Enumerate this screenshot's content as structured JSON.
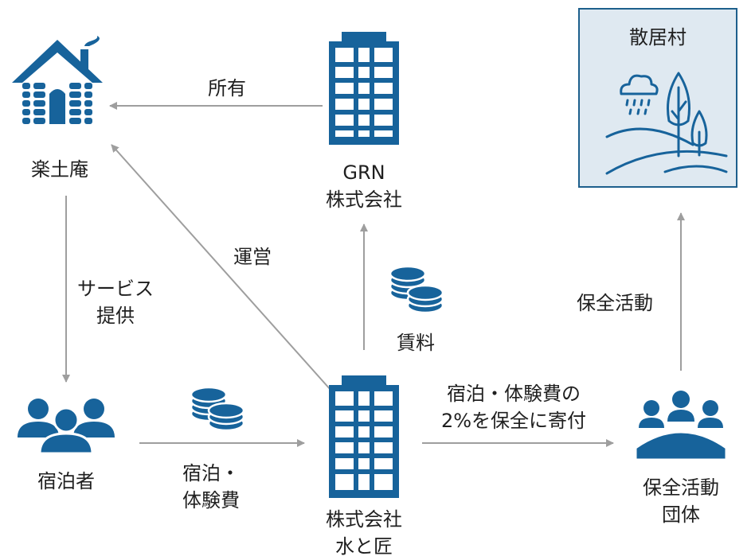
{
  "colors": {
    "icon_blue": "#17639b",
    "arrow_gray": "#9e9e9e",
    "village_bg": "#dfe9f1",
    "village_border": "#1d5f8c"
  },
  "nodes": {
    "rakudoan": {
      "label": "楽土庵",
      "icon": "log-cabin-icon"
    },
    "grn": {
      "label": "GRN\n株式会社",
      "icon": "office-building-icon"
    },
    "village": {
      "label": "散居村",
      "icon": "rural-landscape-icon"
    },
    "guests": {
      "label": "宿泊者",
      "icon": "people-group-icon"
    },
    "mizutotakumi": {
      "label": "株式会社\n水と匠",
      "icon": "office-building-icon"
    },
    "conservation": {
      "label": "保全活動\n団体",
      "icon": "round-table-group-icon"
    }
  },
  "edges": {
    "ownership": "所有",
    "operation": "運営",
    "service": "サービス\n提供",
    "rent": "賃料",
    "stay_fee": "宿泊・\n体験費",
    "donation": "宿泊・体験費の\n2%を保全に寄付",
    "conservation": "保全活動"
  }
}
